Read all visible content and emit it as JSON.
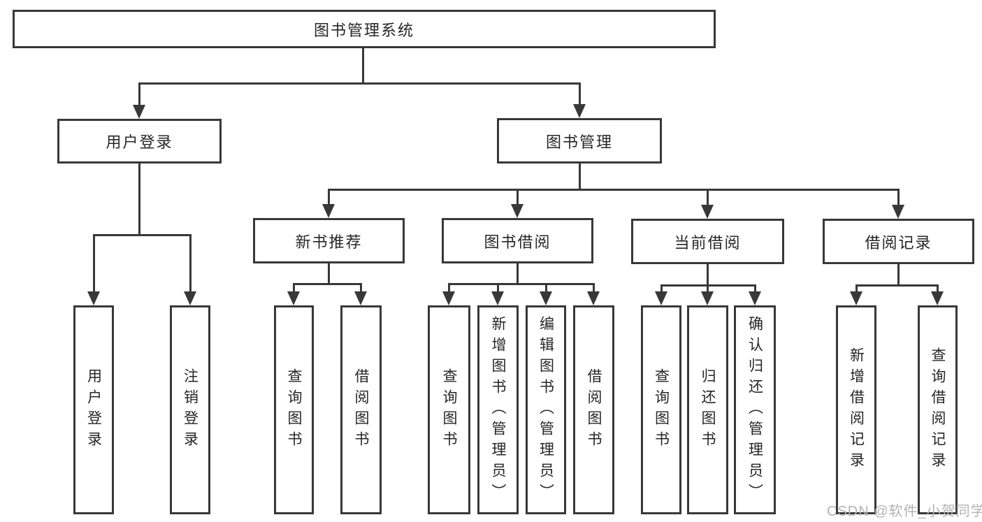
{
  "diagram": {
    "tree": {
      "label": "图书管理系统",
      "children": [
        {
          "label": "用户登录",
          "children": [
            {
              "label": "用户登录"
            },
            {
              "label": "注销登录"
            }
          ]
        },
        {
          "label": "图书管理",
          "children": [
            {
              "label": "新书推荐",
              "children": [
                {
                  "label": "查询图书"
                },
                {
                  "label": "借阅图书"
                }
              ]
            },
            {
              "label": "图书借阅",
              "children": [
                {
                  "label": "查询图书"
                },
                {
                  "label": "新增图书（管理员）"
                },
                {
                  "label": "编辑图书（管理员）"
                },
                {
                  "label": "借阅图书"
                }
              ]
            },
            {
              "label": "当前借阅",
              "children": [
                {
                  "label": "查询图书"
                },
                {
                  "label": "归还图书"
                },
                {
                  "label": "确认归还（管理员）"
                }
              ]
            },
            {
              "label": "借阅记录",
              "children": [
                {
                  "label": "新增借阅记录"
                },
                {
                  "label": "查询借阅记录"
                }
              ]
            }
          ]
        }
      ]
    },
    "colors": {
      "line": "#383838",
      "text": "#262626",
      "box_fill": "#ffffff"
    }
  },
  "watermark": {
    "text": "CSDN @软件_小贺同学",
    "color": "#b3b3b3"
  }
}
